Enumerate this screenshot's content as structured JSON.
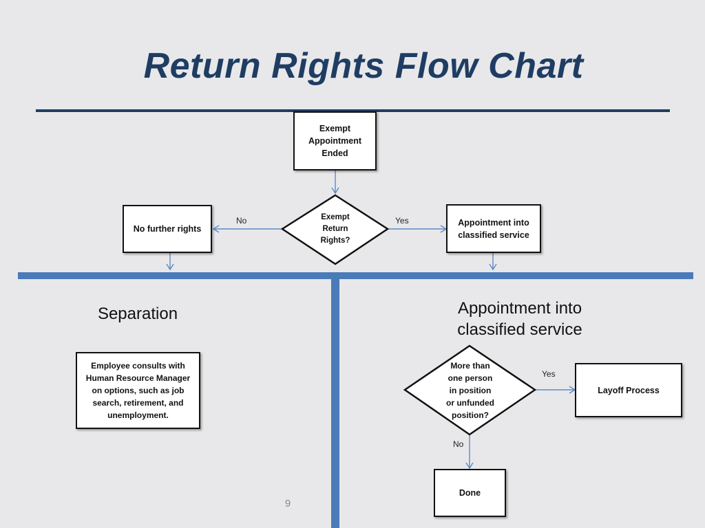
{
  "slide": {
    "title": "Return Rights Flow Chart",
    "page_number": "9"
  },
  "flow_top": {
    "start": "Exempt\nAppointment\nEnded",
    "decision": "Exempt\nReturn\nRights?",
    "no_result": "No further rights",
    "yes_result": "Appointment into\nclassified service",
    "no_label": "No",
    "yes_label": "Yes"
  },
  "sections": {
    "left_heading": "Separation",
    "right_heading": "Appointment into\nclassified service"
  },
  "separation": {
    "note": "Employee consults with\nHuman Resource Manager\non options, such as job\nsearch, retirement, and\nunemployment."
  },
  "flow_bottom": {
    "decision": "More than\none person\nin position\nor unfunded\nposition?",
    "yes_label": "Yes",
    "no_label": "No",
    "yes_result": "Layoff Process",
    "no_result": "Done"
  },
  "colors": {
    "title": "#1f3d63",
    "band": "#4a7ab8",
    "connector": "#5b8bc6",
    "background": "#e8e8ea"
  }
}
